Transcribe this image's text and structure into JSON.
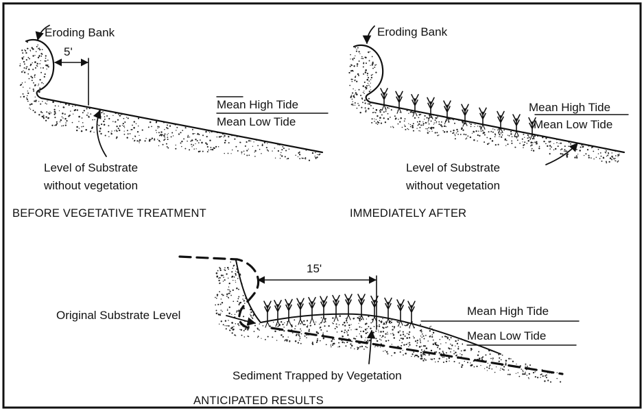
{
  "panel_before": {
    "eroding_bank": "Eroding Bank",
    "distance": "5'",
    "mean_high_tide": "Mean High Tide",
    "mean_low_tide": "Mean Low Tide",
    "substrate_line1": "Level of Substrate",
    "substrate_line2": "without vegetation",
    "caption": "BEFORE VEGETATIVE TREATMENT"
  },
  "panel_after": {
    "eroding_bank": "Eroding Bank",
    "mean_high_tide": "Mean High Tide",
    "mean_low_tide": "Mean Low Tide",
    "substrate_line1": "Level of Substrate",
    "substrate_line2": "without vegetation",
    "caption": "IMMEDIATELY AFTER"
  },
  "panel_results": {
    "distance": "15'",
    "original_substrate": "Original Substrate Level",
    "mean_high_tide": "Mean High Tide",
    "mean_low_tide": "Mean Low Tide",
    "sediment": "Sediment Trapped by Vegetation",
    "caption": "ANTICIPATED RESULTS"
  }
}
